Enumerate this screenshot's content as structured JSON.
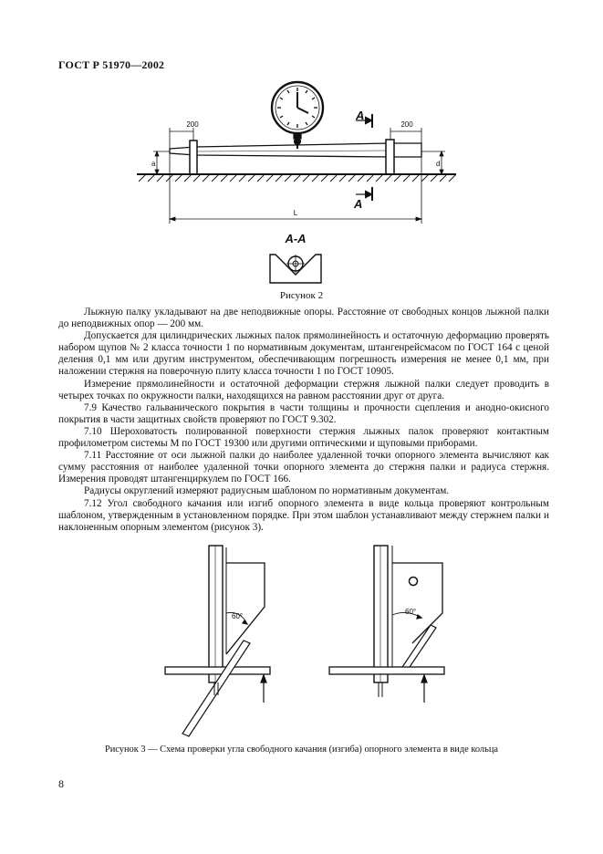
{
  "header": {
    "doc_code": "ГОСТ Р 51970—2002"
  },
  "figure2": {
    "dim_left_end": "200",
    "dim_right_end": "200",
    "dim_left_height": "a",
    "dim_right_height": "d",
    "dim_length": "L",
    "section_mark_top": "A",
    "section_mark_bottom": "A",
    "section_title": "A-A",
    "caption": "Рисунок 2"
  },
  "paragraphs": [
    "Лыжную палку укладывают на две неподвижные опоры. Расстояние от свободных концов лыжной палки до неподвижных опор — 200 мм.",
    "Допускается для цилиндрических лыжных палок прямолинейность и остаточную деформацию проверять набором щупов № 2 класса точности 1 по нормативным документам, штангенрейсмасом по ГОСТ 164 с ценой деления 0,1 мм или другим инструментом, обеспечивающим погрешность измерения не менее 0,1 мм, при наложении стержня на поверочную плиту класса точности 1 по ГОСТ 10905.",
    "Измерение прямолинейности и остаточной деформации стержня лыжной палки следует проводить в четырех точках по окружности палки, находящихся на равном расстоянии друг от друга.",
    "7.9 Качество гальванического покрытия в части толщины и прочности сцепления и анодно-окисного покрытия в части защитных свойств проверяют по ГОСТ 9.302.",
    "7.10 Шероховатость полированной поверхности стержня лыжных палок проверяют контактным профилометром системы М по ГОСТ 19300 или другими оптическими и щуповыми приборами.",
    "7.11 Расстояние от оси лыжной палки до наиболее удаленной точки опорного элемента вычисляют как сумму расстояния от наиболее удаленной точки опорного элемента до стержня палки и радиуса стержня. Измерения проводят штангенциркулем по ГОСТ 166.",
    "Радиусы округлений измеряют радиусным шаблоном по нормативным документам.",
    "7.12 Угол свободного качания или изгиб опорного элемента в виде кольца проверяют контрольным шаблоном, утвержденным в установленном порядке. При этом шаблон устанавливают между стержнем палки и наклоненным опорным элементом (рисунок 3)."
  ],
  "figure3": {
    "angle_left": "60°",
    "angle_right": "60°",
    "caption": "Рисунок 3 — Схема проверки угла свободного качания (изгиба) опорного элемента в виде кольца"
  },
  "footer": {
    "page_number": "8"
  }
}
